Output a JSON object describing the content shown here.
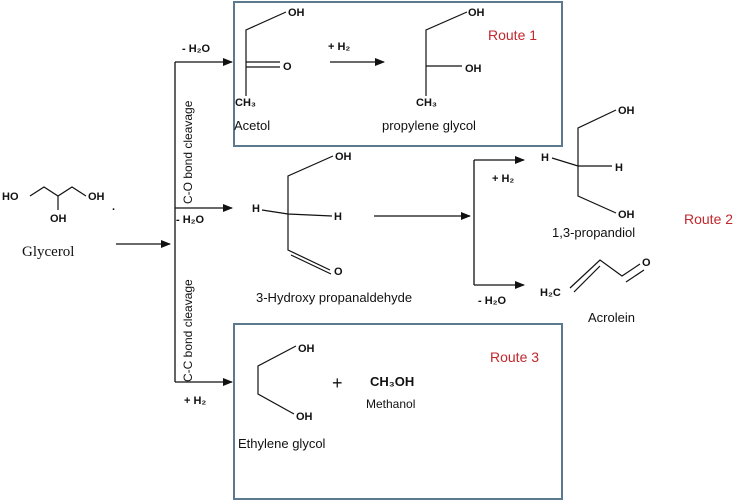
{
  "reactant": {
    "name": "Glycerol",
    "labels": {
      "ho": "HO",
      "oh": "OH",
      "oh2": "OH",
      "dot": "."
    }
  },
  "branches": {
    "c_o_cleavage": "C-O bond cleavage",
    "c_c_cleavage": "C-C bond cleavage",
    "minus_water_top": "- H₂O",
    "minus_water_mid": "- H₂O",
    "plus_h2_bottom": "+ H₂"
  },
  "route1": {
    "label": "Route 1",
    "acetol": {
      "name": "Acetol",
      "oh": "OH",
      "o": "O",
      "ch3": "CH₃"
    },
    "condition": "+ H₂",
    "propylene_glycol": {
      "name": "propylene glycol",
      "oh1": "OH",
      "oh2": "OH",
      "ch3": "CH₃"
    }
  },
  "route2": {
    "label": "Route 2",
    "intermediate": {
      "name": "3-Hydroxy propanaldehyde",
      "oh": "OH",
      "h1": "H",
      "h2": "H",
      "o": "O"
    },
    "plus_h2": "+ H₂",
    "minus_water": "- H₂O",
    "propandiol": {
      "name": "1,3-propandiol",
      "oh1": "OH",
      "oh2": "OH",
      "h1": "H",
      "h2": "H"
    },
    "acrolein": {
      "name": "Acrolein",
      "h2c": "H₂C",
      "o": "O"
    }
  },
  "route3": {
    "label": "Route 3",
    "ethylene_glycol": {
      "name": "Ethylene glycol",
      "oh1": "OH",
      "oh2": "OH"
    },
    "plus": "+",
    "methanol": {
      "formula": "CH₃OH",
      "name": "Methanol"
    }
  },
  "colors": {
    "route_label": "#c0282d",
    "box_border": "#5b7a8f"
  }
}
